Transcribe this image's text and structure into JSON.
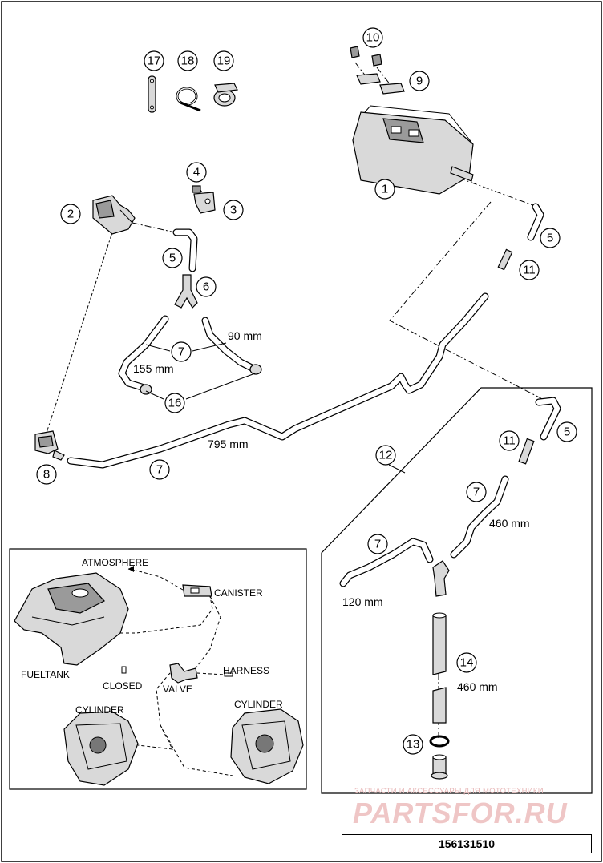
{
  "callouts": {
    "c1": "1",
    "c2": "2",
    "c3": "3",
    "c4": "4",
    "c5a": "5",
    "c5b": "5",
    "c5c": "5",
    "c6": "6",
    "c7a": "7",
    "c7b": "7",
    "c7c": "7",
    "c7d": "7",
    "c8": "8",
    "c9": "9",
    "c10": "10",
    "c11a": "11",
    "c11b": "11",
    "c12": "12",
    "c13": "13",
    "c14": "14",
    "c16": "16",
    "c17": "17",
    "c18": "18",
    "c19": "19"
  },
  "dimensions": {
    "d90": "90 mm",
    "d155": "155 mm",
    "d795": "795 mm",
    "d460a": "460 mm",
    "d120": "120 mm",
    "d460b": "460 mm"
  },
  "schematic": {
    "atmosphere": "ATMOSPHERE",
    "canister": "CANISTER",
    "fueltank": "FUELTANK",
    "closed": "CLOSED",
    "valve": "VALVE",
    "harness": "HARNESS",
    "cylinder_left": "CYLINDER",
    "cylinder_right": "CYLINDER"
  },
  "part_number": "156131510",
  "watermark": {
    "tagline": "ЗАПЧАСТИ И АКСЕССУАРЫ ДЛЯ МОТОТЕХНИКИ",
    "logo": "PARTSFOR.RU"
  }
}
